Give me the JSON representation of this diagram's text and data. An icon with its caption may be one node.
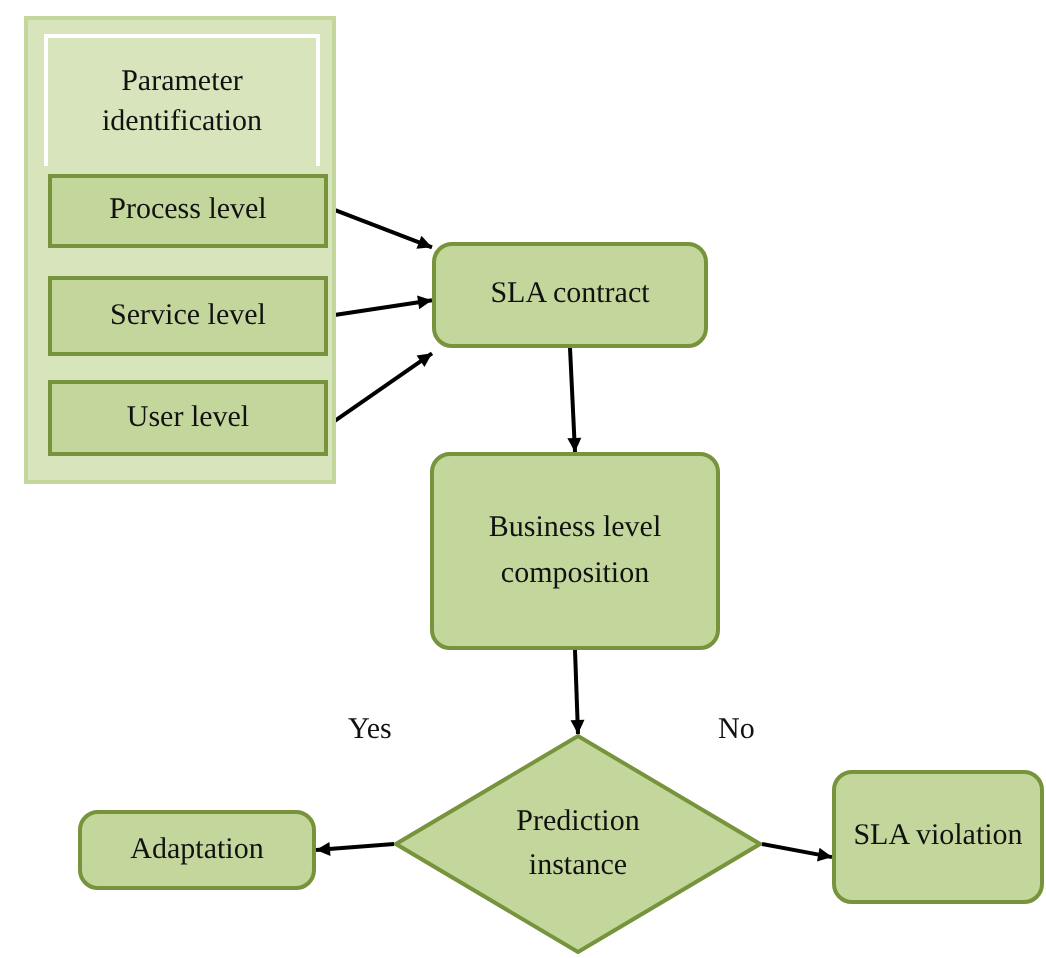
{
  "diagram": {
    "nodes": [
      {
        "text": [
          "Parameter identification"
        ]
      },
      {
        "text": [
          "Process level"
        ],
        "in": 0
      },
      {
        "text": [
          "Service level"
        ],
        "in": 0
      },
      {
        "text": [
          "User level"
        ],
        "in": 0
      },
      {
        "text": [
          "SLA contract"
        ]
      },
      {
        "text": [
          "Business level composition"
        ]
      },
      {
        "text": [
          "Prediction instance"
        ]
      },
      {
        "text": [
          "Adaptation"
        ]
      },
      {
        "text": [
          "SLA violation"
        ]
      }
    ],
    "edges": [
      {
        "from": 1,
        "to": 4,
        "arrow": "to"
      },
      {
        "from": 2,
        "to": 4,
        "arrow": "to"
      },
      {
        "from": 3,
        "to": 4,
        "arrow": "to"
      },
      {
        "from": 4,
        "to": 5,
        "arrow": "to"
      },
      {
        "from": 5,
        "to": 6,
        "arrow": "to"
      },
      {
        "from": 6,
        "to": 7,
        "arrow": "to",
        "label": "Yes"
      },
      {
        "from": 6,
        "to": 8,
        "arrow": "to",
        "label": "No"
      }
    ]
  }
}
